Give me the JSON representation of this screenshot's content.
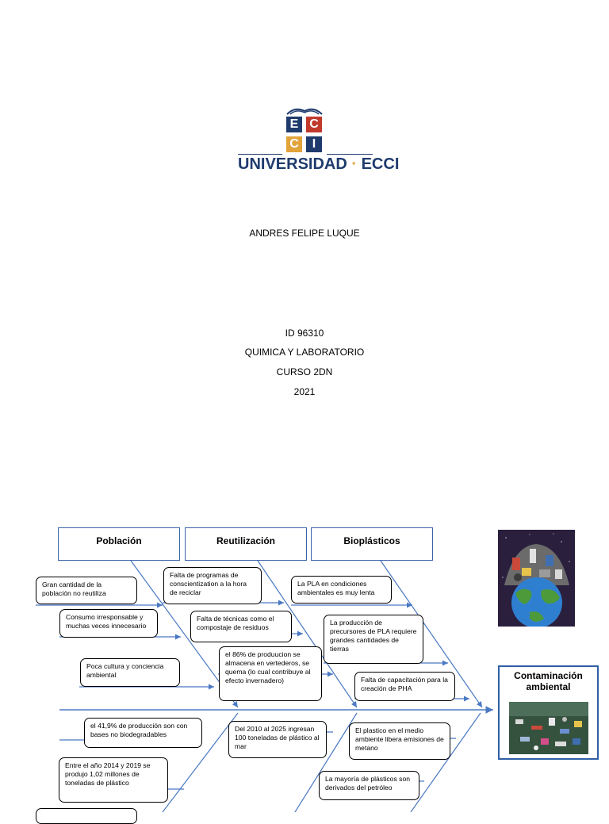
{
  "logo": {
    "tiles": [
      "E",
      "C",
      "C",
      "I"
    ],
    "name": "UNIVERSIDAD",
    "separator": "·",
    "brand": "ECCI",
    "colors": {
      "blue": "#1f3b6e",
      "red": "#c0392b",
      "gold": "#e2a33b"
    }
  },
  "cover": {
    "author": "ANDRES FELIPE LUQUE",
    "id": "ID 96310",
    "subject": "QUIMICA Y LABORATORIO",
    "course": "CURSO 2DN",
    "year": "2021"
  },
  "diagram": {
    "categories": [
      "Población",
      "Reutilización",
      "Bioplásticos"
    ],
    "causes": {
      "c1": "Gran cantidad de la población no reutiliza",
      "c2": "Consumo irresponsable y muchas veces innecesario",
      "c3": "Poca cultura y conciencia ambiental",
      "c4": "el 41,9% de producción son con bases no biodegradables",
      "c5": "Entre el año 2014 y 2019 se produjo 1,02 millones de toneladas de plástico",
      "c6": "Falta de programas  de conscientization a la hora de reciclar",
      "c7": "Falta de técnicas como el compostaje  de residuos",
      "c8": "el 86% de produucion se almacena en vertederos, se quema (lo cual contribuye al efecto invernadero)",
      "c9": "Del 2010 al 2025 ingresan 100 toneladas de plástico al mar",
      "c10": "La PLA en condiciones ambientales es muy lenta",
      "c11": "La producción de precursores de PLA requiere grandes cantidades de tierras",
      "c12": "Falta de capacitación para la creación de PHA",
      "c13": "El plastico en el medio ambiente libera emisiones de metano",
      "c14": "La mayoría de plásticos son derivados del petróleo"
    },
    "effect": "Contaminación ambiental",
    "colors": {
      "arrow": "#4a78c2",
      "category_border": "#3a64a8",
      "effect_border": "#2f5fa6"
    }
  }
}
